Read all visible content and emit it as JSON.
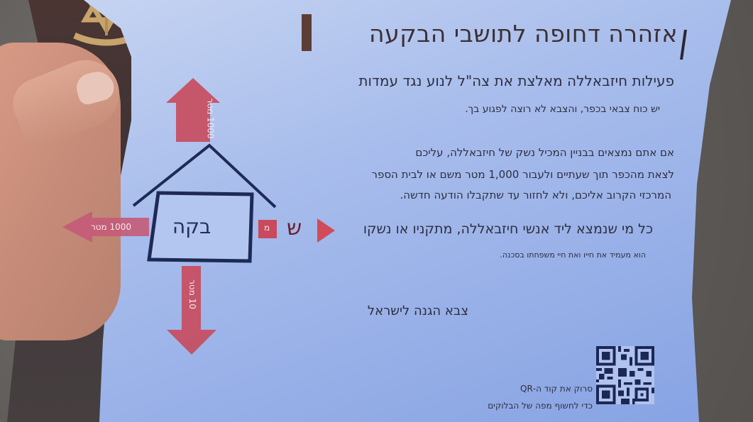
{
  "leaflet": {
    "title": "אזהרה דחופה לתושבי הבקעה",
    "paragraph1": {
      "heading": "פעילות חיזבאללה מאלצת את צה\"ל לנוע נגד עמדות",
      "sub": "יש כוח צבאי בכפר, והצבא לא רוצה לפגוע בך."
    },
    "paragraph2": {
      "lines": [
        "אם אתם נמצאים בבניין המכיל נשק של חיזבאללה, עליכם",
        "לצאת מהכפר תוך שעתיים ולעבור 1,000 מטר משם או לבית הספר",
        "המרכזי הקרוב אליכם, ולא לחזור עד שתקבלו הודעה חדשה."
      ]
    },
    "paragraph3": {
      "heading": "כל מי שנמצא ליד אנשי חיזבאללה, מתקניו או נשקו",
      "sub": "הוא מעמיד את חייו ואת חיי משפחתו בסכנה."
    },
    "signature": "צבא הגנה לישראל",
    "qr": {
      "line1": "סרוק את קוד ה-QR",
      "line2": "כדי לחשוף מפה של הבלוקים"
    }
  },
  "diagram": {
    "house_label": "בקה",
    "arrows": {
      "up": "1000 מטר",
      "left": "1000 מטר",
      "down": "10 מטר",
      "right_partial": "מ",
      "right_letter": "ש"
    }
  },
  "colors": {
    "arrow": "#c84a5c",
    "house_outline": "#1d2a55",
    "paper": "#a8bdec",
    "title_bar": "#5d3e36"
  },
  "icons": {
    "emblem": "idf-emblem-icon",
    "qr": "qr-code-icon"
  }
}
